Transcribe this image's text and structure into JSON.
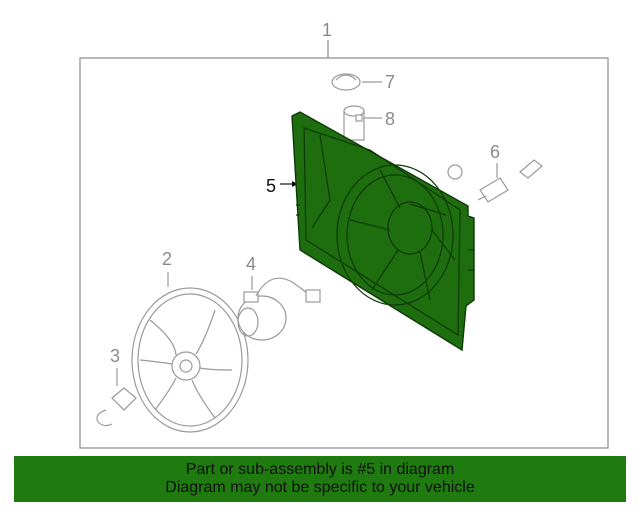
{
  "callouts": {
    "c1": "1",
    "c2": "2",
    "c3": "3",
    "c4": "4",
    "c5": "5",
    "c6": "6",
    "c7": "7",
    "c8": "8"
  },
  "highlight": {
    "part_number": "5",
    "color": "#1e6e10"
  },
  "banner": {
    "line1": "Part or sub-assembly is #5 in diagram",
    "line2": "Diagram may not be specific to your vehicle",
    "background": "#1f7a10"
  }
}
